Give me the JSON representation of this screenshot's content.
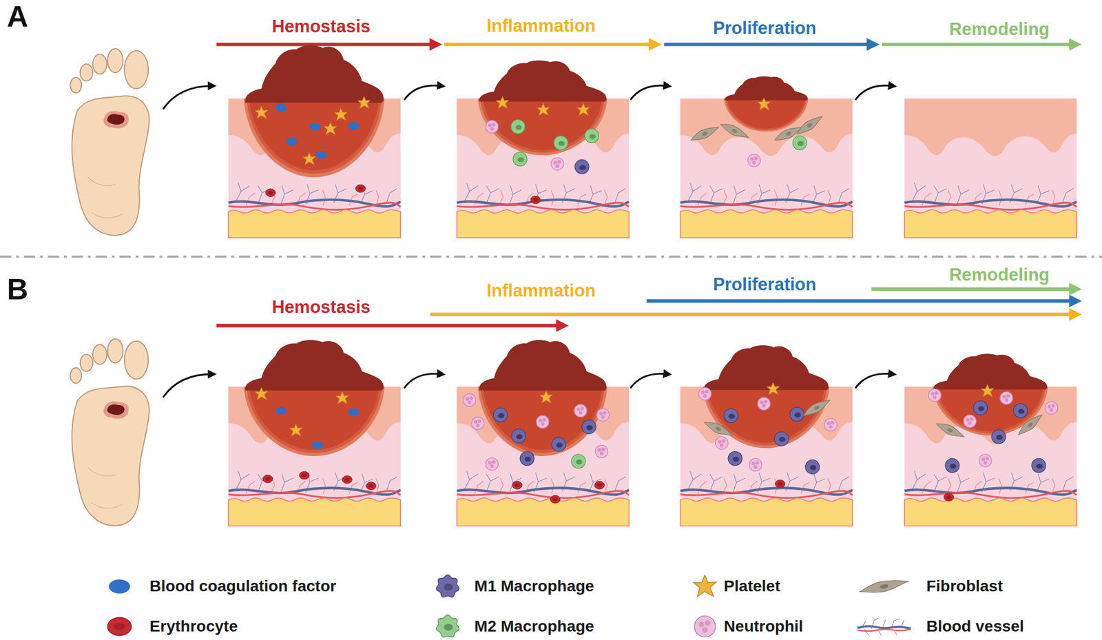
{
  "diagram": {
    "labels": [
      "A",
      "Hemostasis",
      "Inflammation",
      "Proliferation",
      "Remodeling",
      "B",
      "Hemostasis",
      "Inflammation",
      "Proliferation",
      "Remodeling"
    ],
    "legend": [
      {
        "text": "Blood coagulation factor",
        "color": "#2f6fc6"
      },
      {
        "text": "M1 Macrophage",
        "color": "#6e69a8"
      },
      {
        "text": "Platelet",
        "color": "#f2b33a"
      },
      {
        "text": "Fibroblast",
        "color": "#aea392"
      },
      {
        "text": "Erythrocyte",
        "color": "#c52a30"
      },
      {
        "text": "M2 Macrophage",
        "color": "#92cf8c"
      },
      {
        "text": "Neutrophil",
        "color": "#f2bde0"
      },
      {
        "text": "Blood vessel"
      }
    ]
  }
}
